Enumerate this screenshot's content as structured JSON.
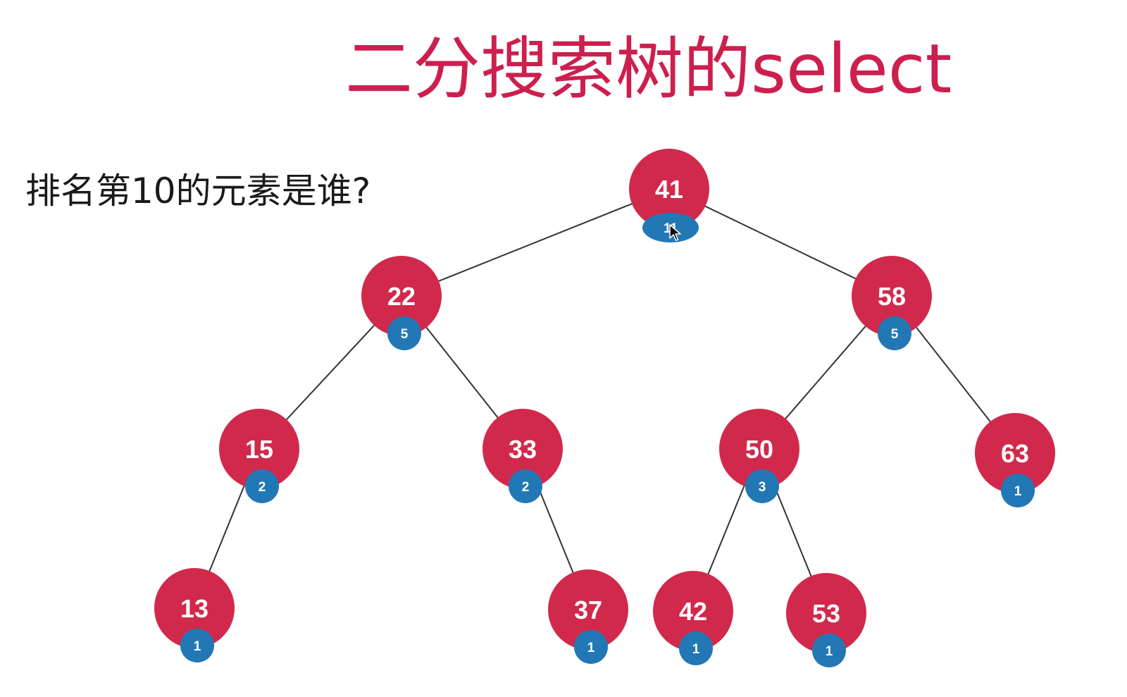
{
  "title": "二分搜索树的select",
  "question": "排名第10的元素是谁?",
  "colors": {
    "title": "#cd1f4d",
    "node_fill": "#d1294b",
    "size_badge_fill": "#2278b5",
    "edge": "#333333",
    "question_text": "#1a1a1a"
  },
  "tree": {
    "nodes": [
      {
        "id": "n41",
        "value": "41",
        "size": "11"
      },
      {
        "id": "n22",
        "value": "22",
        "size": "5"
      },
      {
        "id": "n58",
        "value": "58",
        "size": "5"
      },
      {
        "id": "n15",
        "value": "15",
        "size": "2"
      },
      {
        "id": "n33",
        "value": "33",
        "size": "2"
      },
      {
        "id": "n50",
        "value": "50",
        "size": "3"
      },
      {
        "id": "n63",
        "value": "63",
        "size": "1"
      },
      {
        "id": "n13",
        "value": "13",
        "size": "1"
      },
      {
        "id": "n37",
        "value": "37",
        "size": "1"
      },
      {
        "id": "n42",
        "value": "42",
        "size": "1"
      },
      {
        "id": "n53",
        "value": "53",
        "size": "1"
      }
    ],
    "edges": [
      [
        "n41",
        "n22"
      ],
      [
        "n41",
        "n58"
      ],
      [
        "n22",
        "n15"
      ],
      [
        "n22",
        "n33"
      ],
      [
        "n58",
        "n50"
      ],
      [
        "n58",
        "n63"
      ],
      [
        "n15",
        "n13"
      ],
      [
        "n33",
        "n37"
      ],
      [
        "n50",
        "n42"
      ],
      [
        "n50",
        "n53"
      ]
    ]
  },
  "cursor_icon": "mouse-pointer-icon"
}
